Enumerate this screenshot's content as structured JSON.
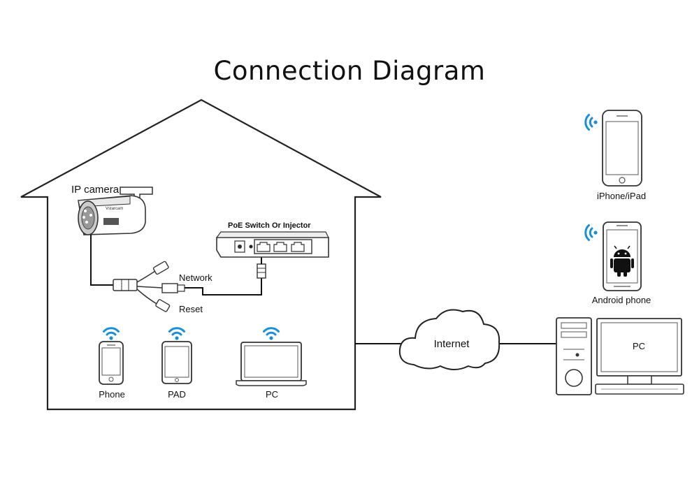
{
  "title": "Connection Diagram",
  "house": {
    "ip_camera_label": "IP camera",
    "camera_brand_text": "Vstarcam",
    "poe_label": "PoE Switch Or Injector",
    "network_label": "Network",
    "reset_label": "Reset",
    "devices": [
      {
        "label": "Phone",
        "icon": "smartphone-icon"
      },
      {
        "label": "PAD",
        "icon": "tablet-icon"
      },
      {
        "label": "PC",
        "icon": "laptop-icon"
      }
    ]
  },
  "internet_label": "Internet",
  "remote": {
    "iphone_label": "iPhone/iPad",
    "android_label": "Android phone",
    "pc_label": "PC"
  },
  "colors": {
    "wifi": "#1a8fd8",
    "line": "#111111",
    "outline": "#333333"
  }
}
